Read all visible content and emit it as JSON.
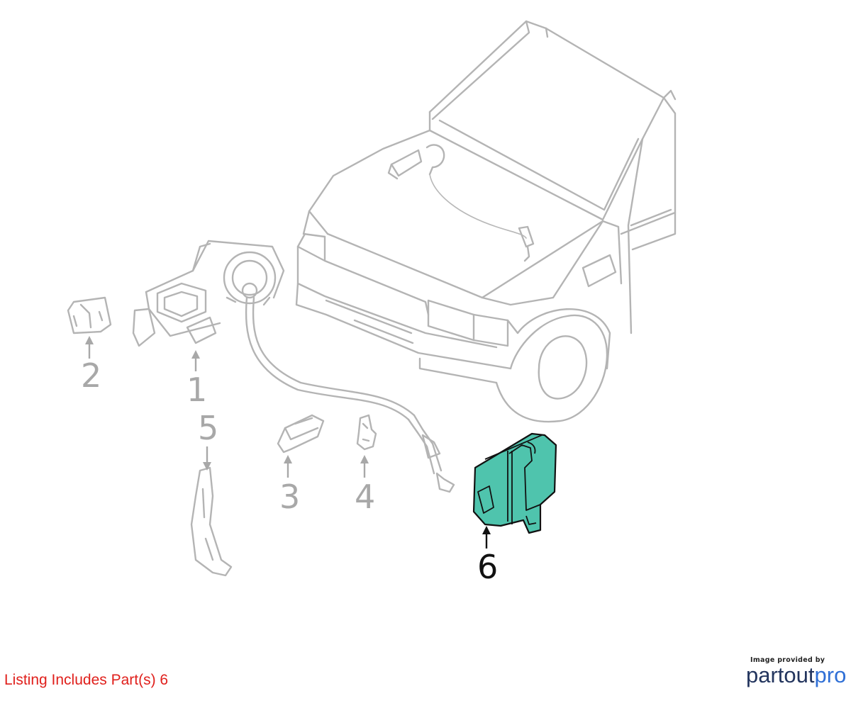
{
  "diagram": {
    "callouts": [
      "1",
      "2",
      "3",
      "4",
      "5",
      "6"
    ],
    "highlighted_part": "6",
    "highlight_color": "#4fc4ad",
    "line_color": "#b4b4b4"
  },
  "footer": {
    "listing_note": "Listing Includes Part(s) 6",
    "listing_note_color": "#e0201c",
    "credit_small": "Image provided by",
    "credit_logo_a": "partout",
    "credit_logo_b": "pro"
  }
}
